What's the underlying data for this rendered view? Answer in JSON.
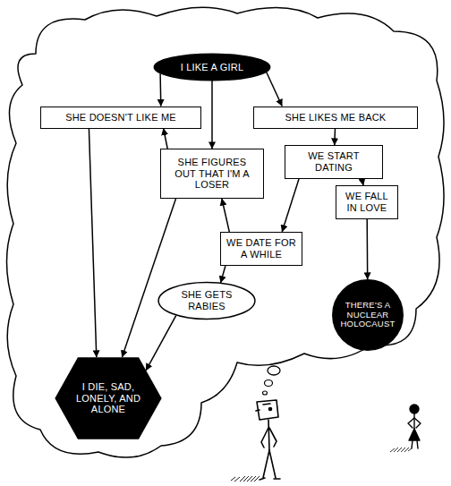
{
  "diagram": {
    "nodes": [
      {
        "text": [
          "I LIKE A GIRL"
        ]
      },
      {
        "text": [
          "SHE DOESN'T LIKE ME"
        ]
      },
      {
        "text": [
          "SHE LIKES ME BACK"
        ]
      },
      {
        "text": [
          "SHE FIGURES OUT THAT I'M A LOSER"
        ]
      },
      {
        "text": [
          "WE START DATING"
        ]
      },
      {
        "text": [
          "WE FALL IN LOVE"
        ]
      },
      {
        "text": [
          "WE DATE FOR A WHILE"
        ]
      },
      {
        "text": [
          "SHE GETS RABIES"
        ]
      },
      {
        "text": [
          "THERE'S A NUCLEAR HOLOCAUST"
        ]
      },
      {
        "text": [
          "I DIE, SAD, LONELY, AND ALONE"
        ]
      }
    ],
    "edges": [
      {
        "from": 0,
        "to": 1,
        "arrow": "to"
      },
      {
        "from": 0,
        "to": 3,
        "arrow": "to"
      },
      {
        "from": 0,
        "to": 2,
        "arrow": "to"
      },
      {
        "from": 1,
        "to": 9,
        "arrow": "to"
      },
      {
        "from": 2,
        "to": 4,
        "arrow": "to"
      },
      {
        "from": 3,
        "to": 1,
        "arrow": "to"
      },
      {
        "from": 3,
        "to": 9,
        "arrow": "to"
      },
      {
        "from": 4,
        "to": 5,
        "arrow": "to"
      },
      {
        "from": 4,
        "to": 6,
        "arrow": "to"
      },
      {
        "from": 6,
        "to": 3,
        "arrow": "to"
      },
      {
        "from": 6,
        "to": 7,
        "arrow": "to"
      },
      {
        "from": 7,
        "to": 9,
        "arrow": "to"
      },
      {
        "from": 5,
        "to": 8,
        "arrow": "to"
      }
    ]
  }
}
